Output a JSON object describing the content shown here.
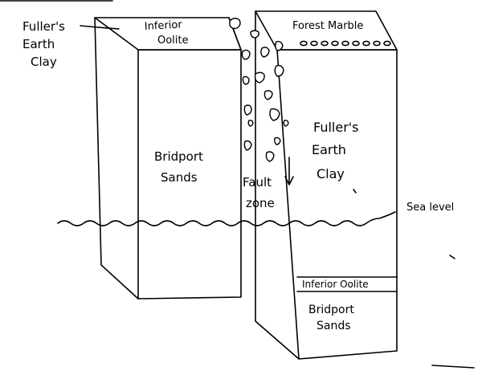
{
  "diagram": {
    "left_block": {
      "top_label": [
        "Inferior",
        "Oolite"
      ],
      "face_label": [
        "Bridport",
        "Sands"
      ],
      "callout_label": [
        "Fuller's",
        "Earth",
        "Clay"
      ]
    },
    "right_block": {
      "top_label": "Forest Marble",
      "face_label": [
        "Fuller's",
        "Earth",
        "Clay"
      ],
      "lower_band_label": "Inferior Oolite",
      "lower_label": [
        "Bridport",
        "Sands"
      ]
    },
    "fault_label": [
      "Fault",
      "zone"
    ],
    "sea_level_label": "Sea level"
  }
}
